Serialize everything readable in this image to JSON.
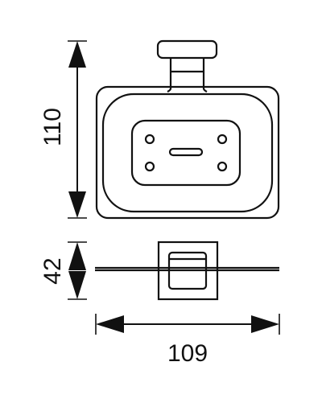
{
  "dimensions": {
    "height_label": "110",
    "depth_label": "42",
    "width_label": "109"
  },
  "colors": {
    "stroke": "#111111",
    "background": "#ffffff"
  }
}
